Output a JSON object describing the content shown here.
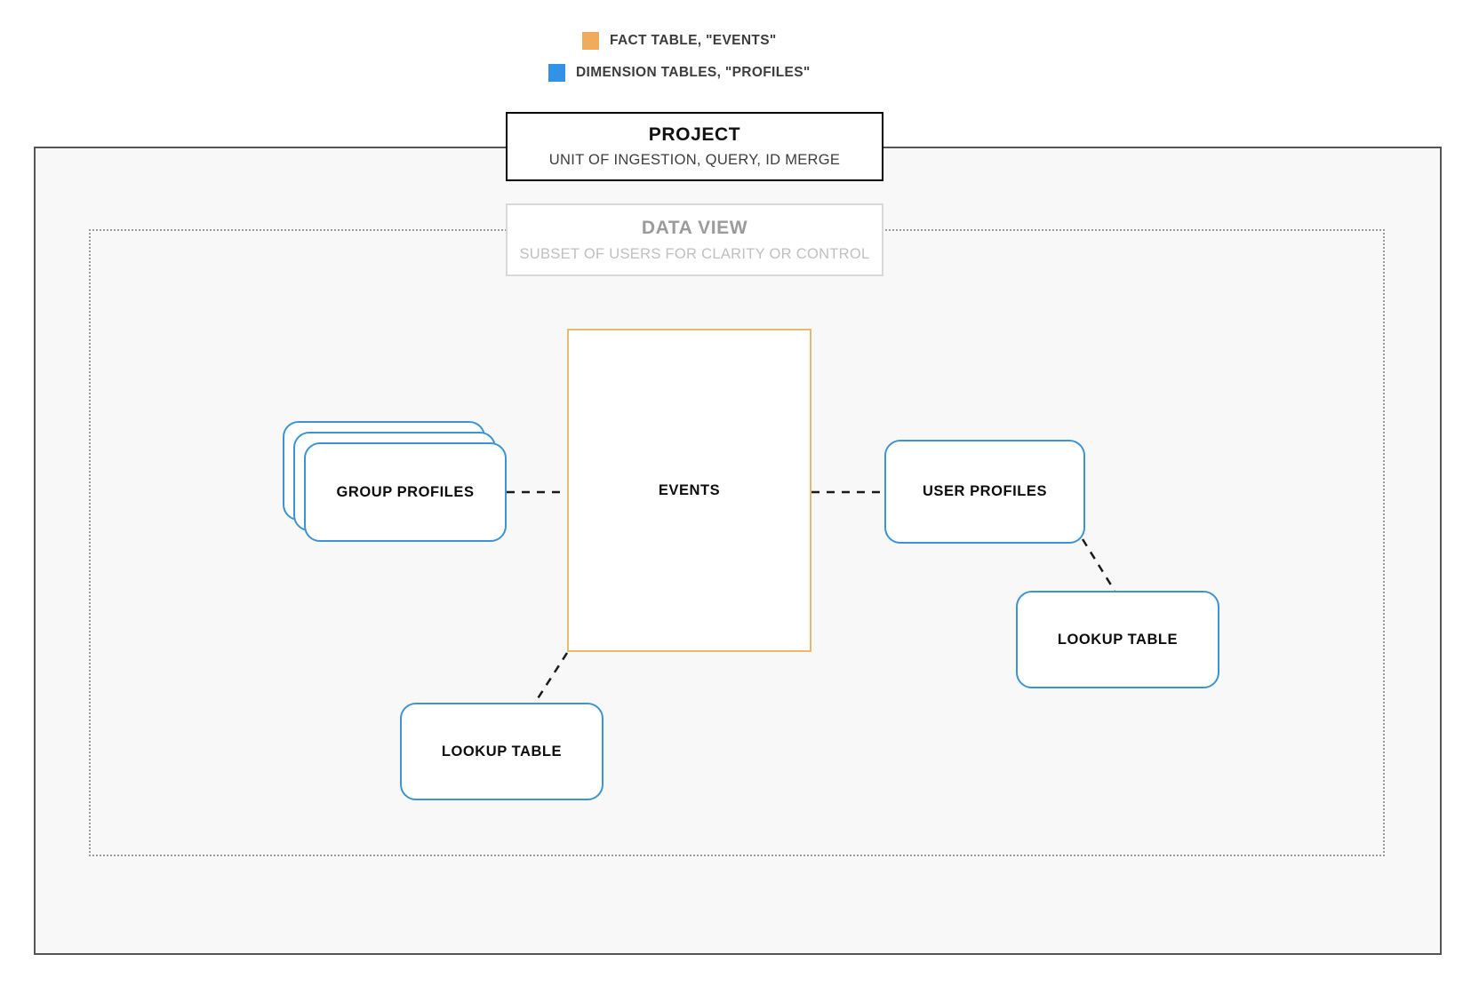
{
  "legend": {
    "items": [
      {
        "icon": "orange-square-swatch",
        "color": "#f0ab5e",
        "label": "FACT TABLE, \"EVENTS\""
      },
      {
        "icon": "blue-square-swatch",
        "color": "#3192e8",
        "label": "DIMENSION TABLES, \"PROFILES\""
      }
    ]
  },
  "project": {
    "title": "PROJECT",
    "subtitle": "UNIT OF INGESTION, QUERY, ID MERGE"
  },
  "data_view": {
    "title": "DATA VIEW",
    "subtitle": "SUBSET OF USERS FOR CLARITY OR CONTROL"
  },
  "nodes": {
    "events": {
      "label": "EVENTS",
      "color": "#e8b971"
    },
    "group_profiles": {
      "label": "GROUP PROFILES",
      "color": "#3d93d4"
    },
    "user_profiles": {
      "label": "USER PROFILES",
      "color": "#3d93d4"
    },
    "lookup_table_left": {
      "label": "LOOKUP TABLE",
      "color": "#3d93d4"
    },
    "lookup_table_right": {
      "label": "LOOKUP TABLE",
      "color": "#3d93d4"
    }
  },
  "connectors": [
    {
      "name": "group-profiles-to-events",
      "style": "dashed",
      "color": "#1a1a1a"
    },
    {
      "name": "events-to-user-profiles",
      "style": "dashed",
      "color": "#1a1a1a"
    },
    {
      "name": "events-to-lookup-table-left",
      "style": "dashed",
      "color": "#1a1a1a"
    },
    {
      "name": "user-profiles-to-lookup-table-right",
      "style": "dashed",
      "color": "#1a1a1a"
    }
  ]
}
